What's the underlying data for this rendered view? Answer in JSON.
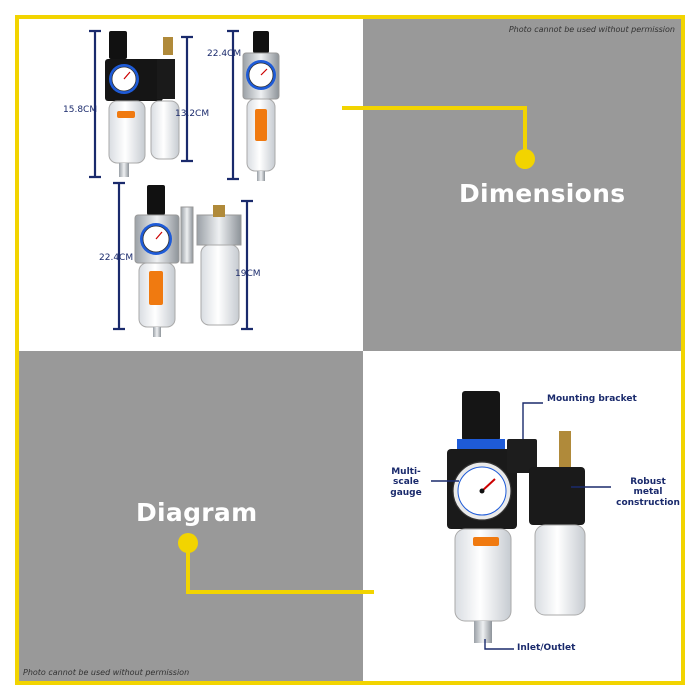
{
  "watermark_top": "Photo cannot be used without permission",
  "watermark_bottom": "Photo cannot be used without permission",
  "titles": {
    "dimensions": "Dimensions",
    "diagram": "Diagram"
  },
  "dimensions": {
    "height_1": "15.8CM",
    "height_2": "13.2CM",
    "height_3": "22.4CM",
    "height_4": "22.4CM",
    "height_5": "19CM"
  },
  "callouts": {
    "mounting_bracket": "Mounting bracket",
    "multi_scale_gauge_line1": "Multi-scale",
    "multi_scale_gauge_line2": "gauge",
    "robust_metal_line1": "Robust metal",
    "robust_metal_line2": "construction",
    "inlet_outlet": "Inlet/Outlet"
  },
  "colors": {
    "frame": "#f2d400",
    "gray_panel": "#999999",
    "dimension_lines": "#1a2a6c",
    "brand_orange": "#f07a10",
    "gauge_blue": "#1e5bd8"
  }
}
